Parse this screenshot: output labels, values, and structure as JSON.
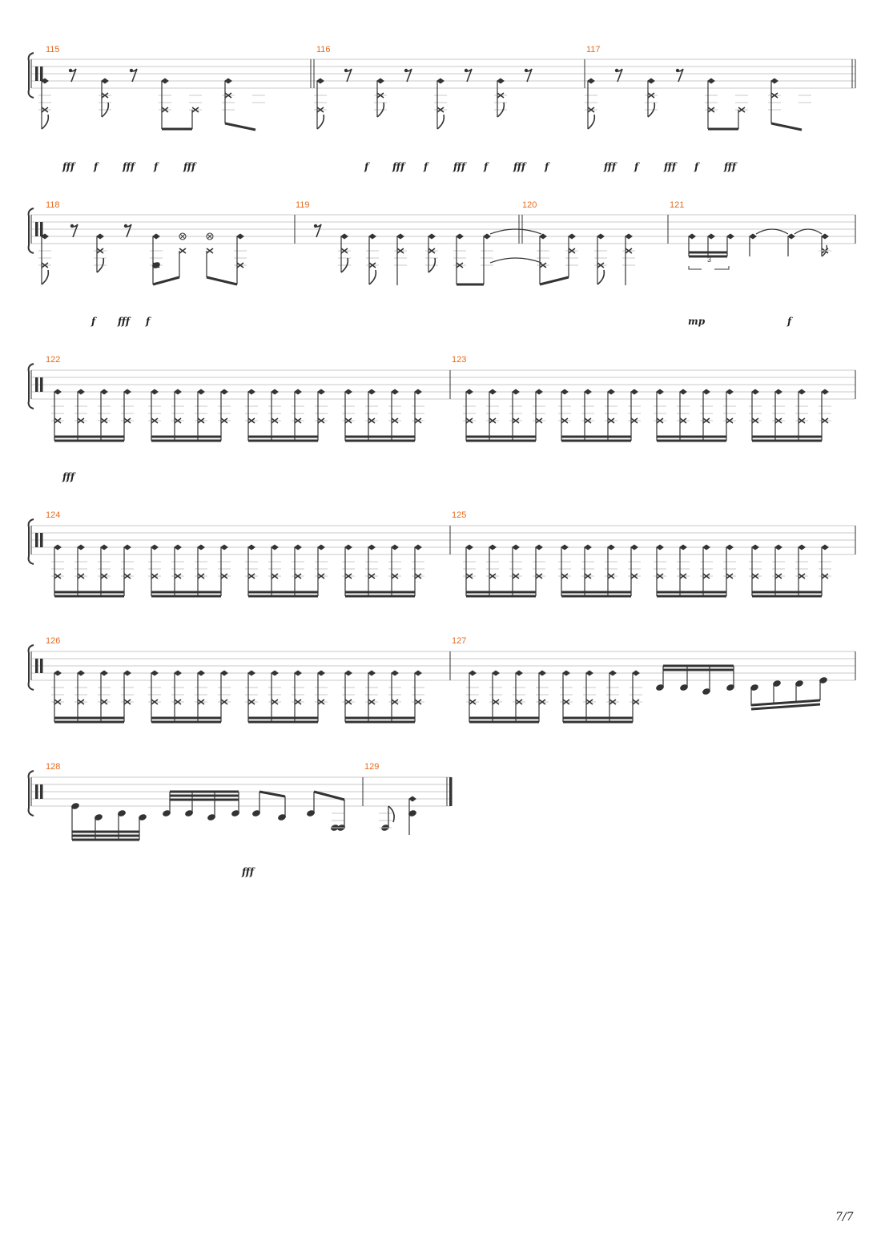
{
  "page": {
    "number": "7/7"
  },
  "systems": [
    {
      "measures": [
        {
          "number": "115",
          "pattern": "A"
        },
        {
          "number": "116",
          "pattern": "B"
        },
        {
          "number": "117",
          "pattern": "A"
        }
      ],
      "dynamics": [
        "fff",
        "f",
        "fff",
        "f",
        "fff",
        "f",
        "fff",
        "f",
        "fff",
        "f",
        "fff",
        "f",
        "fff",
        "f",
        "fff",
        "f",
        "fff"
      ]
    },
    {
      "measures": [
        {
          "number": "118",
          "pattern": "C"
        },
        {
          "number": "119",
          "pattern": "D"
        },
        {
          "number": "120",
          "pattern": "E"
        },
        {
          "number": "121",
          "pattern": "F"
        }
      ],
      "dynamics": [
        "f",
        "fff",
        "f",
        "mp",
        "f"
      ],
      "tuplet": "3"
    },
    {
      "measures": [
        {
          "number": "122",
          "pattern": "S"
        },
        {
          "number": "123",
          "pattern": "S"
        }
      ],
      "dynamics": [
        "fff"
      ]
    },
    {
      "measures": [
        {
          "number": "124",
          "pattern": "S"
        },
        {
          "number": "125",
          "pattern": "S"
        }
      ],
      "dynamics": []
    },
    {
      "measures": [
        {
          "number": "126",
          "pattern": "S"
        },
        {
          "number": "127",
          "pattern": "G"
        }
      ],
      "dynamics": []
    },
    {
      "measures": [
        {
          "number": "128",
          "pattern": "H"
        },
        {
          "number": "129",
          "pattern": "I"
        }
      ],
      "dynamics": [
        "fff"
      ]
    }
  ]
}
